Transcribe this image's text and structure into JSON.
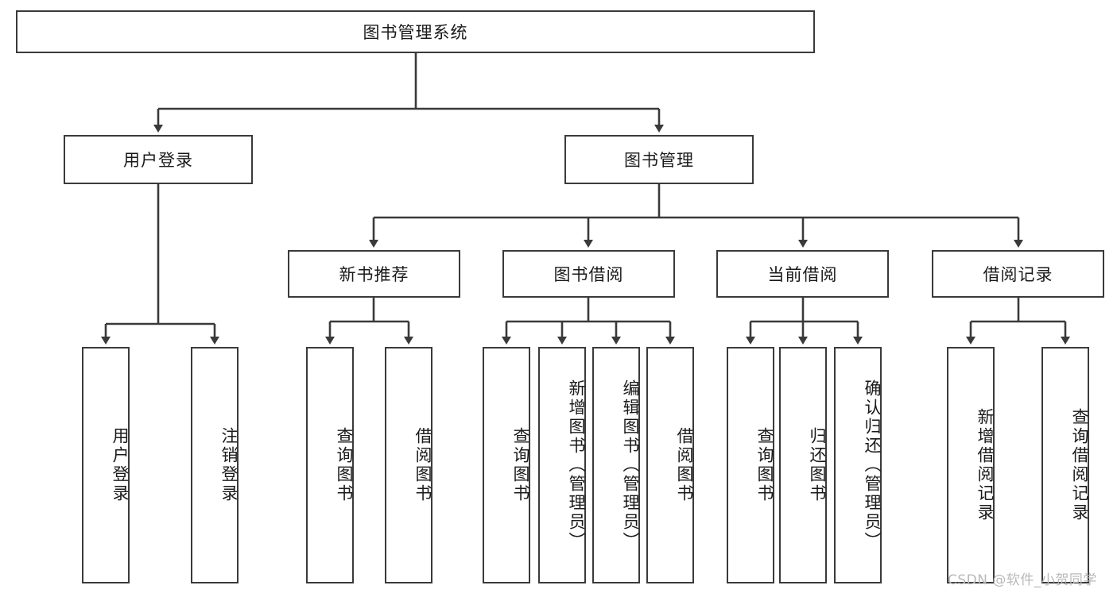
{
  "diagram": {
    "type": "tree-hierarchy",
    "title": "图书管理系统",
    "root": {
      "id": "root",
      "label": "图书管理系统"
    },
    "level2": [
      {
        "id": "user-login",
        "label": "用户登录"
      },
      {
        "id": "book-management",
        "label": "图书管理"
      }
    ],
    "level3": [
      {
        "id": "new-book-recommend",
        "label": "新书推荐",
        "parent": "book-management"
      },
      {
        "id": "book-borrow",
        "label": "图书借阅",
        "parent": "book-management"
      },
      {
        "id": "current-borrow",
        "label": "当前借阅",
        "parent": "book-management"
      },
      {
        "id": "borrow-record",
        "label": "借阅记录",
        "parent": "book-management"
      }
    ],
    "leaves": {
      "user-login": [
        {
          "id": "leaf-user-login",
          "label": "用户登录"
        },
        {
          "id": "leaf-logout",
          "label": "注销登录"
        }
      ],
      "new-book-recommend": [
        {
          "id": "leaf-query-book-1",
          "label": "查询图书"
        },
        {
          "id": "leaf-borrow-book-1",
          "label": "借阅图书"
        }
      ],
      "book-borrow": [
        {
          "id": "leaf-query-book-2",
          "label": "查询图书"
        },
        {
          "id": "leaf-add-book",
          "label": "新增图书（管理员）"
        },
        {
          "id": "leaf-edit-book",
          "label": "编辑图书（管理员）"
        },
        {
          "id": "leaf-borrow-book-2",
          "label": "借阅图书"
        }
      ],
      "current-borrow": [
        {
          "id": "leaf-query-book-3",
          "label": "查询图书"
        },
        {
          "id": "leaf-return-book",
          "label": "归还图书"
        },
        {
          "id": "leaf-confirm-return",
          "label": "确认归还（管理员）"
        }
      ],
      "borrow-record": [
        {
          "id": "leaf-add-record",
          "label": "新增借阅记录"
        },
        {
          "id": "leaf-query-record",
          "label": "查询借阅记录"
        }
      ]
    }
  },
  "watermark": {
    "text": "CSDN @软件_小贺同学"
  },
  "colors": {
    "stroke": "#3a3a3a",
    "text": "#1a1a1a",
    "background": "#ffffff",
    "watermark": "#b9b9b9"
  }
}
